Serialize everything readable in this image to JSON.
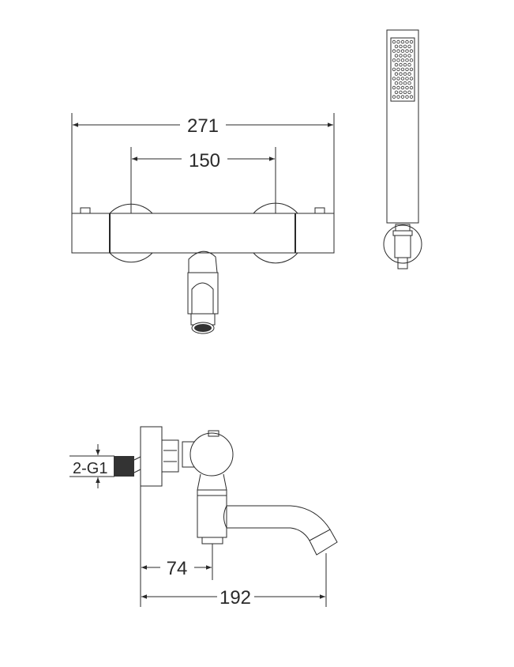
{
  "drawing": {
    "front_view": {
      "overall_width": "271",
      "handle_spacing": "150"
    },
    "side_view": {
      "inlet_thread": "2-G1",
      "outlet_depth": "74",
      "overall_depth": "192"
    }
  },
  "colors": {
    "line": "#2a2a2a",
    "background": "#ffffff"
  }
}
